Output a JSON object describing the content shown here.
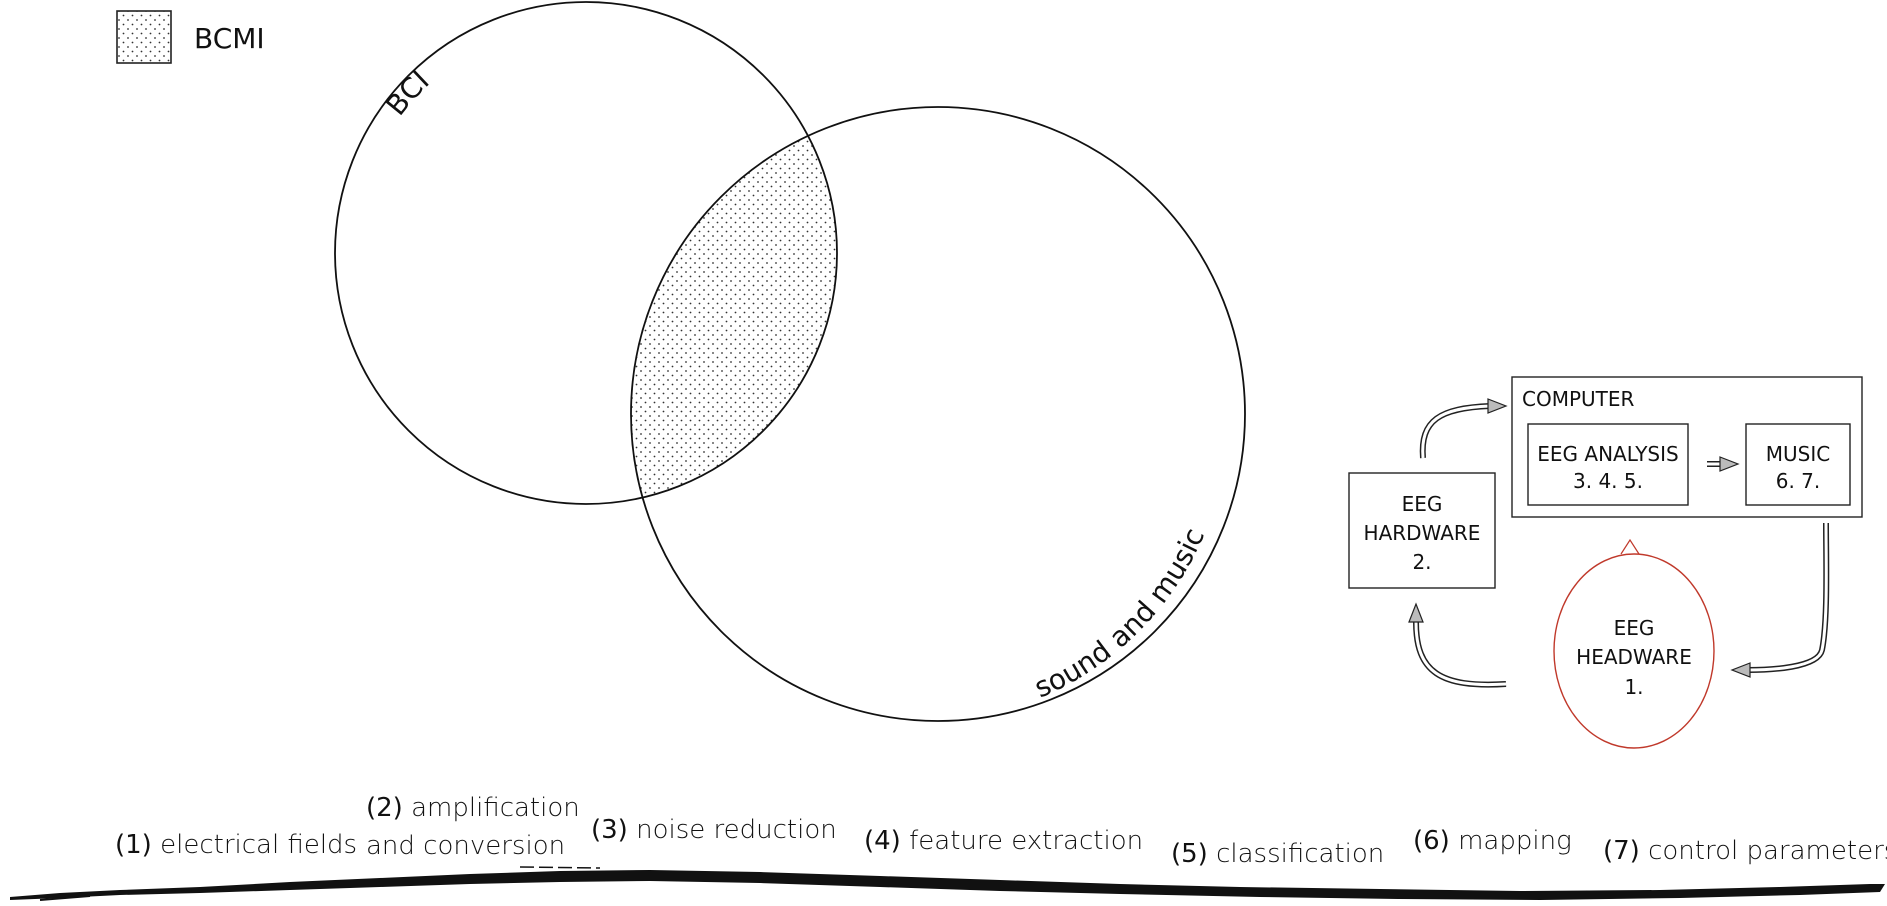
{
  "legend": {
    "label": "BCMI"
  },
  "venn": {
    "left_label": "BCI",
    "right_label": "sound and music"
  },
  "flow": {
    "computer_title": "COMPUTER",
    "eeg_analysis": {
      "line1": "EEG ANALYSIS",
      "line2": "3. 4. 5."
    },
    "music": {
      "line1": "MUSIC",
      "line2": "6. 7."
    },
    "eeg_hardware": {
      "line1": "EEG",
      "line2": "HARDWARE",
      "line3": "2."
    },
    "eeg_headware": {
      "line1": "EEG",
      "line2": "HEADWARE",
      "line3": "1."
    },
    "headware_color": "#c0392b"
  },
  "steps": [
    {
      "num": "(1)",
      "text": "electrical fields"
    },
    {
      "num": "(2)",
      "text": "amplification",
      "text2": "and conversion"
    },
    {
      "num": "(3)",
      "text": "noise reduction"
    },
    {
      "num": "(4)",
      "text": "feature extraction"
    },
    {
      "num": "(5)",
      "text": "classification"
    },
    {
      "num": "(6)",
      "text": "mapping"
    },
    {
      "num": "(7)",
      "text": "control parameters"
    }
  ]
}
